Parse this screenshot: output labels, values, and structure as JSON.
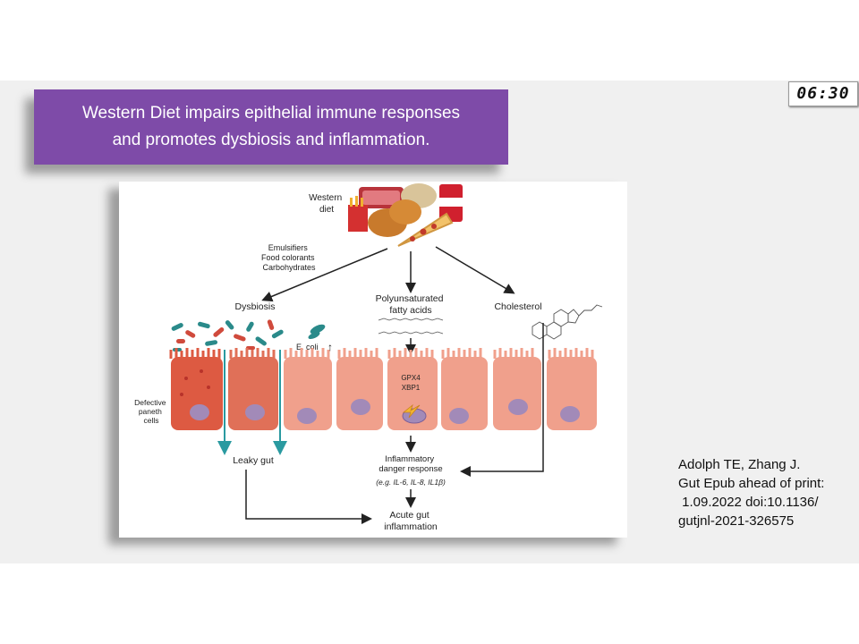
{
  "timer": "06:30",
  "banner": {
    "line1": "Western Diet impairs epithelial immune responses",
    "line2": "and promotes dysbiosis and inflammation."
  },
  "diagram": {
    "western_diet": [
      "Western",
      "diet"
    ],
    "additives": [
      "Emulsifiers",
      "Food colorants",
      "Carbohydrates"
    ],
    "dysbiosis": "Dysbiosis",
    "pufa": [
      "Polyunsaturated",
      "fatty acids"
    ],
    "cholesterol": "Cholesterol",
    "ecoli": "E. coli",
    "ecoli_arrow": "↑",
    "defective_paneth": [
      "Defective",
      "paneth",
      "cells"
    ],
    "gpx4": "GPX4",
    "xbp1": "XBP1",
    "leaky_gut": "Leaky gut",
    "danger_response": [
      "Inflammatory",
      "danger response"
    ],
    "cytokines": "(e.g. IL-6, IL-8, IL1β)",
    "acute": [
      "Acute gut",
      "inflammation"
    ]
  },
  "citation": [
    "Adolph TE, Zhang J.",
    "Gut Epub ahead of print:",
    " 1.09.2022 doi:10.1136/",
    "gutjnl-2021-326575"
  ],
  "colors": {
    "banner": "#7e4ba8",
    "cell_normal": "#f0a08c",
    "cell_damaged": "#dd5a42",
    "nucleus": "#a28ab8",
    "arrow_teal": "#2a9aa0"
  }
}
